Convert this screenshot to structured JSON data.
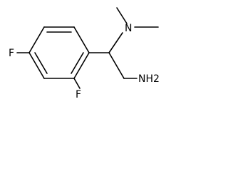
{
  "molecule": {
    "atoms": {
      "fluorine_para": "F",
      "fluorine_ortho": "F",
      "nitrogen_dimethyl": "N",
      "amine": "NH2"
    },
    "colors": {
      "bond": "#000000",
      "label": "#000000",
      "background": "#ffffff"
    }
  }
}
